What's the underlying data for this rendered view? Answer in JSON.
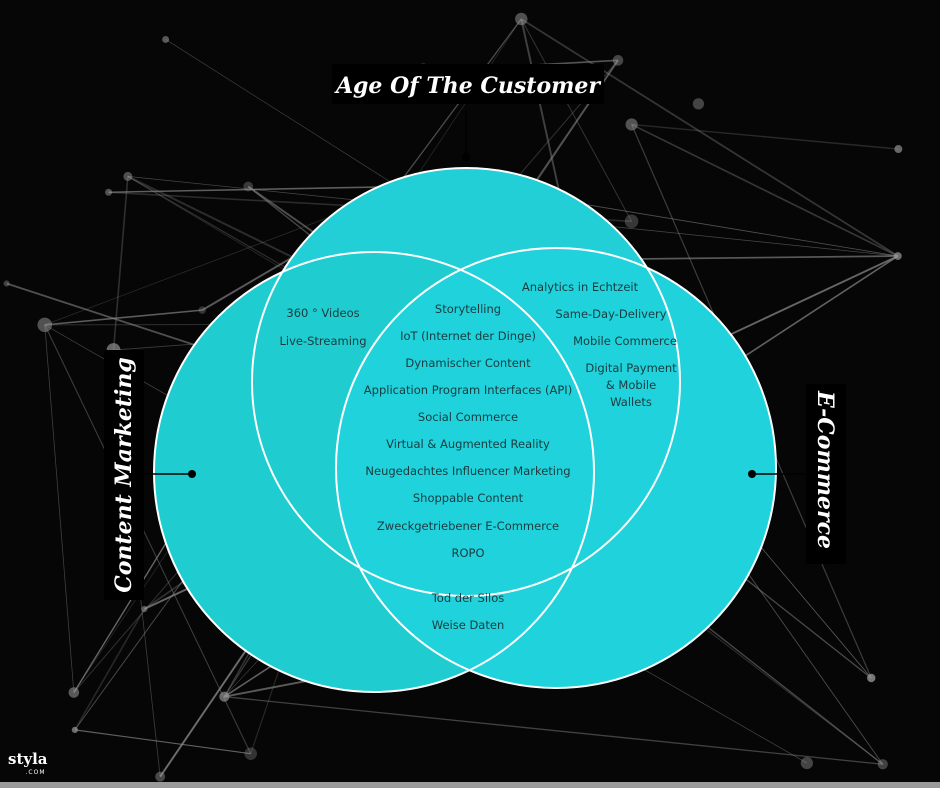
{
  "titles": {
    "top": "Age Of The Customer",
    "left": "Content Marketing",
    "right": "E-Commerce"
  },
  "regions": {
    "top_left": [
      "360 ° Videos",
      "Live-Streaming"
    ],
    "top_right": [
      "Analytics in Echtzeit",
      "Same-Day-Delivery",
      "Mobile Commerce",
      "Digital Payment",
      "& Mobile",
      "Wallets"
    ],
    "center": [
      "Storytelling",
      "IoT (Internet der Dinge)",
      "Dynamischer Content",
      "Application Program Interfaces (API)",
      "Social Commerce",
      "Virtual & Augmented Reality",
      "Neugedachtes Influencer Marketing",
      "Shoppable Content",
      "Zweckgetriebener E-Commerce",
      "ROPO"
    ],
    "bottom": [
      "Tod der Silos",
      "Weise Daten"
    ]
  },
  "logo": {
    "name": "styla",
    "domain": ".COM"
  },
  "colors": {
    "circle_fill": "#22cfd6",
    "circle_stroke": "#ffffff",
    "label_bg": "#000000",
    "background": "#060606"
  }
}
